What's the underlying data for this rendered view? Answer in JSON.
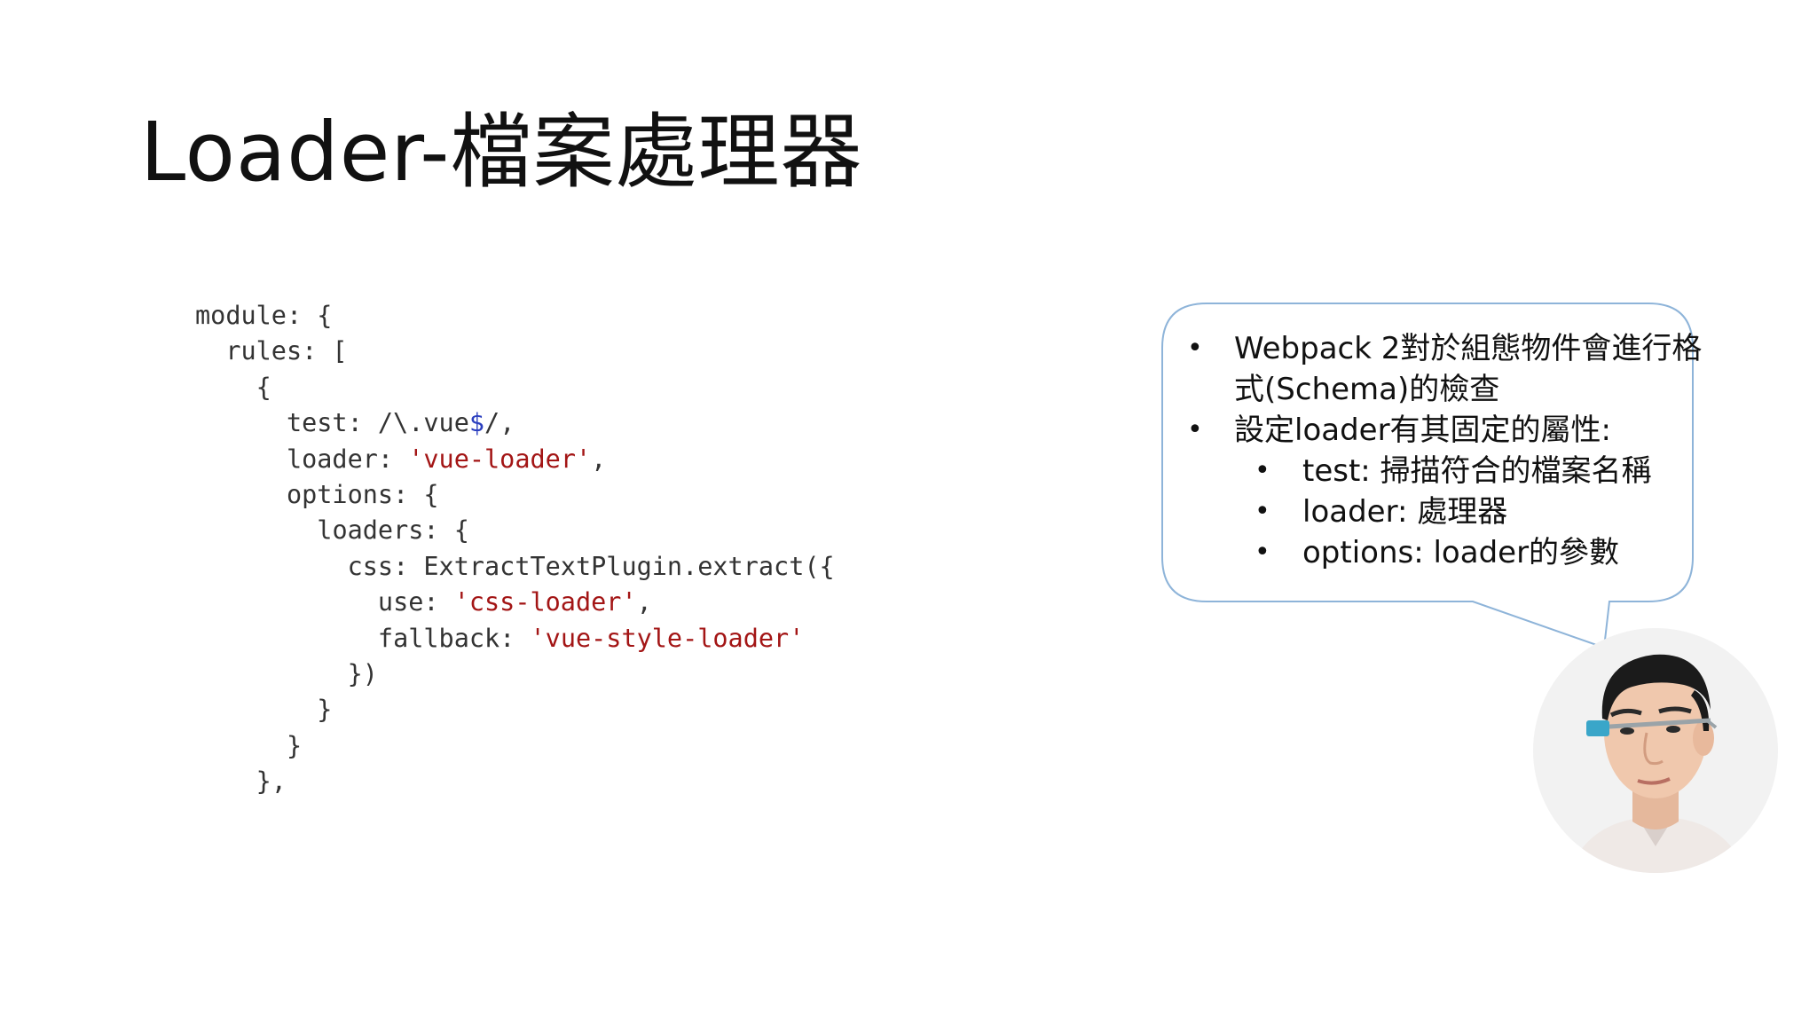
{
  "slide": {
    "title": "Loader-檔案處理器"
  },
  "code_sample": {
    "lines": [
      {
        "indent": "",
        "parts": [
          {
            "t": "module: {",
            "c": ""
          }
        ]
      },
      {
        "indent": "  ",
        "parts": [
          {
            "t": "rules: [",
            "c": ""
          }
        ]
      },
      {
        "indent": "    ",
        "parts": [
          {
            "t": "{",
            "c": ""
          }
        ]
      },
      {
        "indent": "      ",
        "parts": [
          {
            "t": "test: /\\.vue",
            "c": ""
          },
          {
            "t": "$",
            "c": "dollar"
          },
          {
            "t": "/,",
            "c": ""
          }
        ]
      },
      {
        "indent": "      ",
        "parts": [
          {
            "t": "loader: ",
            "c": ""
          },
          {
            "t": "'vue-loader'",
            "c": "str"
          },
          {
            "t": ",",
            "c": ""
          }
        ]
      },
      {
        "indent": "      ",
        "parts": [
          {
            "t": "options: {",
            "c": ""
          }
        ]
      },
      {
        "indent": "        ",
        "parts": [
          {
            "t": "loaders: {",
            "c": ""
          }
        ]
      },
      {
        "indent": "          ",
        "parts": [
          {
            "t": "css: ExtractTextPlugin.extract({",
            "c": ""
          }
        ]
      },
      {
        "indent": "            ",
        "parts": [
          {
            "t": "use: ",
            "c": ""
          },
          {
            "t": "'css-loader'",
            "c": "str"
          },
          {
            "t": ",",
            "c": ""
          }
        ]
      },
      {
        "indent": "            ",
        "parts": [
          {
            "t": "fallback: ",
            "c": ""
          },
          {
            "t": "'vue-style-loader'",
            "c": "str"
          }
        ]
      },
      {
        "indent": "          ",
        "parts": [
          {
            "t": "})",
            "c": ""
          }
        ]
      },
      {
        "indent": "        ",
        "parts": [
          {
            "t": "}",
            "c": ""
          }
        ]
      },
      {
        "indent": "      ",
        "parts": [
          {
            "t": "}",
            "c": ""
          }
        ]
      },
      {
        "indent": "    ",
        "parts": [
          {
            "t": "},",
            "c": ""
          }
        ]
      }
    ]
  },
  "speech_bubble": {
    "bullets": [
      {
        "level": 1,
        "text": "Webpack 2對於組態物件會進行格式(Schema)的檢查"
      },
      {
        "level": 1,
        "text": "設定loader有其固定的屬性:"
      },
      {
        "level": 2,
        "text": "test: 掃描符合的檔案名稱"
      },
      {
        "level": 2,
        "text": "loader: 處理器"
      },
      {
        "level": 2,
        "text": "options: loader的參數"
      }
    ],
    "bullet_glyph": "•",
    "border_color": "#8eb4d9"
  },
  "avatar": {
    "icon": "presenter-avatar-icon"
  }
}
